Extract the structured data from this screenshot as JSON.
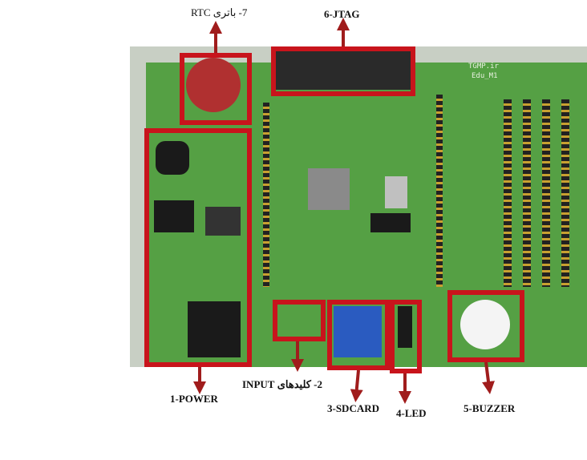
{
  "labels": {
    "rtc": "7- باتری RTC",
    "jtag": "6-JTAG",
    "power": "1-POWER",
    "input": "2- کلیدهای INPUT",
    "sdcard": "3-SDCARD",
    "led": "4-LED",
    "buzzer": "5-BUZZER"
  },
  "silkscreen": [
    "TGMP.ir",
    "Edu_M1"
  ],
  "colors": {
    "highlight": "#c8141c",
    "arrow": "#a01c1c",
    "board": "#55a044"
  }
}
